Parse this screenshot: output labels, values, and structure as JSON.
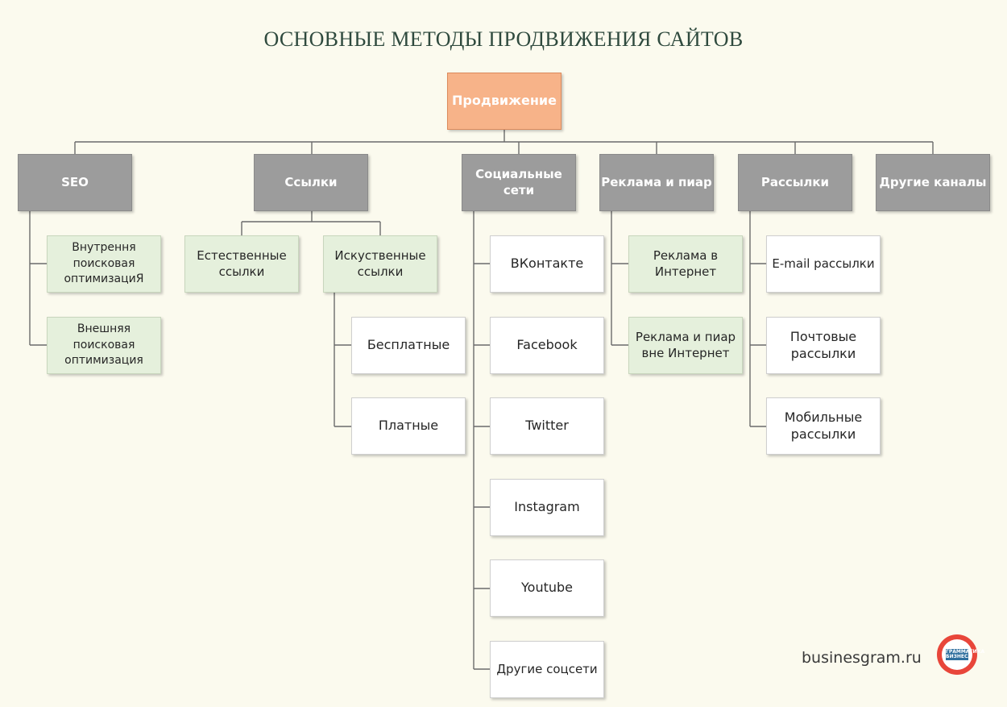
{
  "title": "ОСНОВНЫЕ МЕТОДЫ ПРОДВИЖЕНИЯ САЙТОВ",
  "root": "Продвижение",
  "categories": {
    "seo": "SEO",
    "links": "Ссылки",
    "social": "Социальные сети",
    "ads": "Реклама и пиар",
    "mail": "Рассылки",
    "other": "Другие каналы"
  },
  "seo_children": [
    "Внутрення поисковая оптимизациЯ",
    "Внешняя поисковая оптимизация"
  ],
  "links_children": [
    "Естественные ссылки",
    "Искуственные ссылки"
  ],
  "artificial_children": [
    "Бесплатные",
    "Платные"
  ],
  "social_children": [
    "ВКонтакте",
    "Facebook",
    "Twitter",
    "Instagram",
    "Youtube",
    "Другие соцсети"
  ],
  "ads_children": [
    "Реклама в Интернет",
    "Реклама и пиар вне Интернет"
  ],
  "mail_children": [
    "E-mail рассылки",
    "Почтовые рассылки",
    "Мобильные рассылки"
  ],
  "footer": {
    "site": "businesgram.ru",
    "logo_text": "ГРАММАТИКА БИЗНЕСА"
  },
  "colors": {
    "background": "#fbfaee",
    "root": "#f7b389",
    "category": "#9c9c9c",
    "green": "#e5f0dc",
    "title": "#2f4a3e",
    "logo": "#e8463a"
  }
}
